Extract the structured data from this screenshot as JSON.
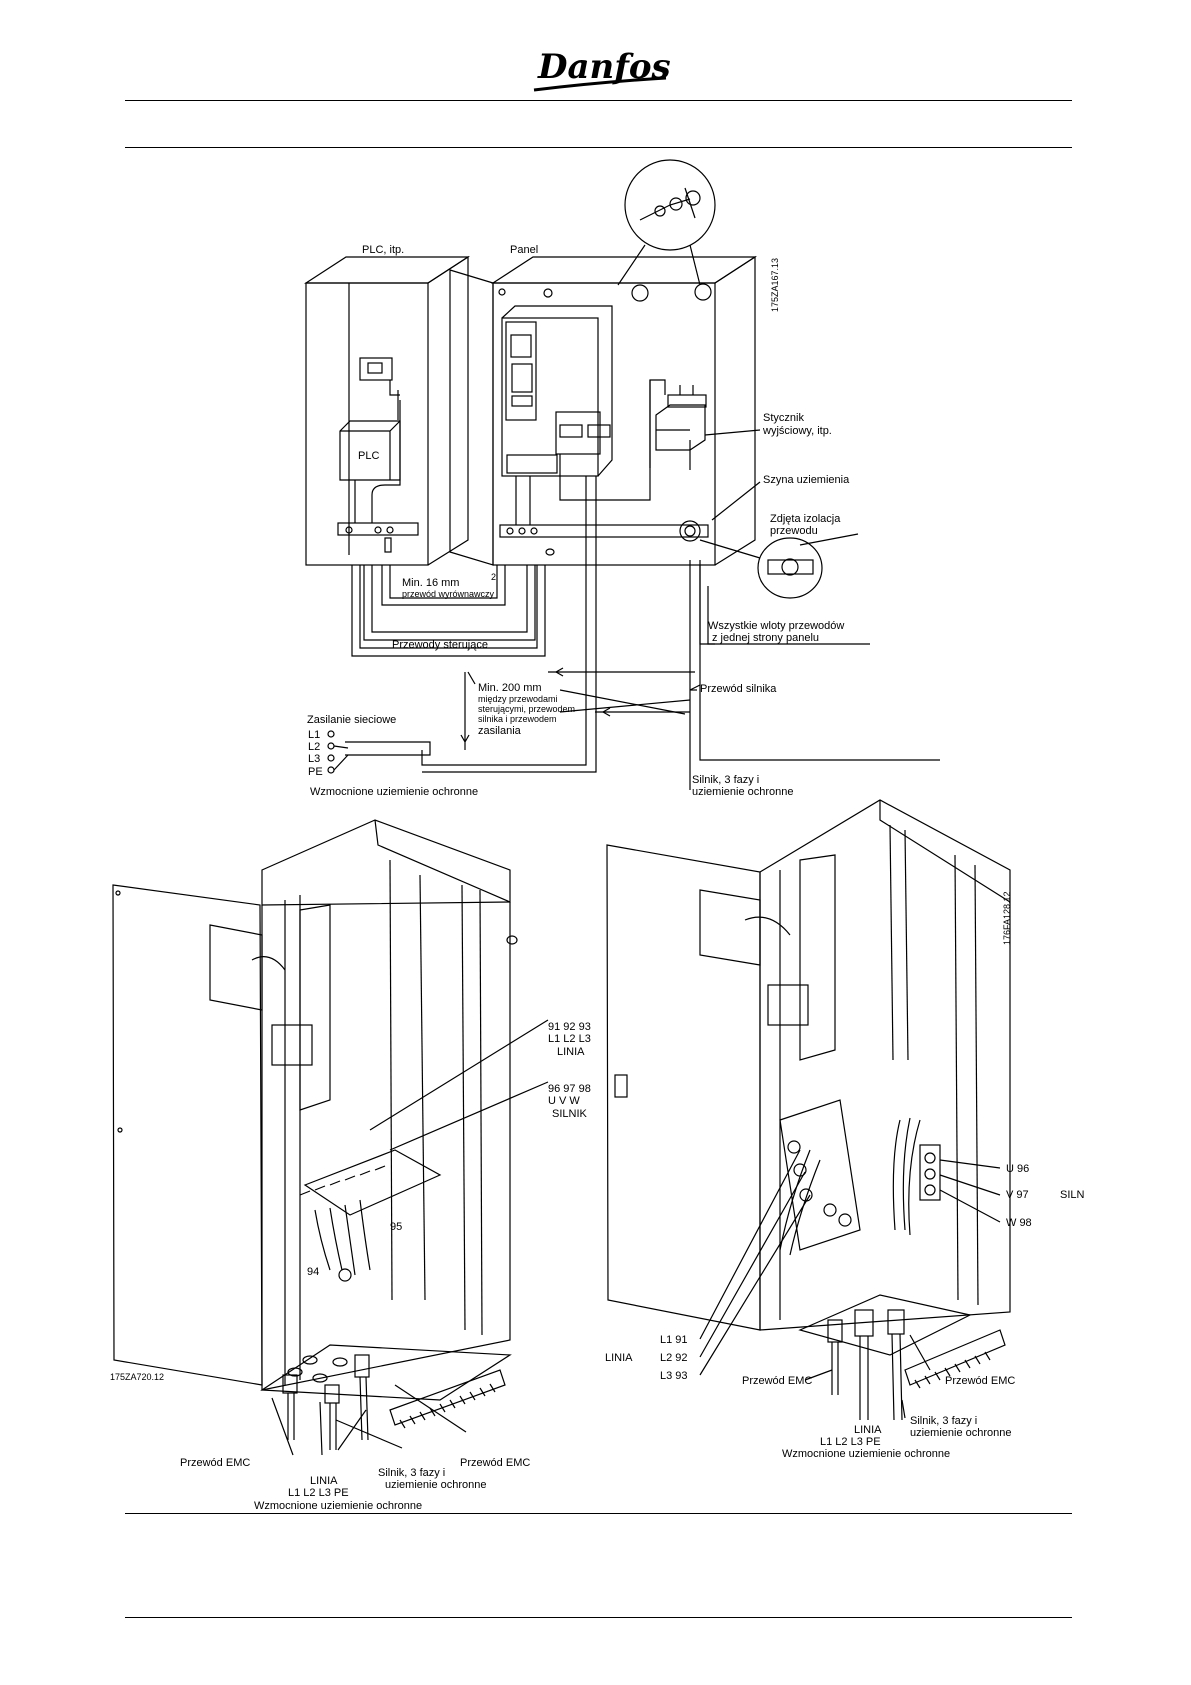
{
  "logo": "Danfoss",
  "top": {
    "plc_cabinet": "PLC, itp.",
    "panel": "Panel",
    "plc_box": "PLC",
    "ref_code": "175ZA167.13",
    "contactor": [
      "Stycznik",
      "wyjściowy, itp."
    ],
    "ground_bus": "Szyna uziemienia",
    "stripped": [
      "Zdjęta izolacja",
      "przewodu"
    ],
    "equalizing": [
      "Min. 16 mm",
      "2",
      "przewód wyrównawczy"
    ],
    "entries": [
      "Wszystkie wloty przewodów",
      "z jednej strony panelu"
    ],
    "control": "Przewody sterujące",
    "min200": [
      "Min. 200 mm",
      "między przewodami",
      "sterującymi, przewodem",
      "silnika i przewodem",
      "zasilania"
    ],
    "motor_cable": "Przewód silnika",
    "mains": [
      "Zasilanie sieciowe",
      "L1",
      "L2",
      "L3",
      "PE"
    ],
    "reinforced": "Wzmocnione uziemienie ochronne",
    "motor": [
      "Silnik, 3 fazy i",
      "uziemienie ochronne"
    ]
  },
  "left": {
    "ref_code": "175ZA720.12",
    "line": [
      "91 92 93",
      "L1  L2  L3",
      "LINIA"
    ],
    "motor": [
      "96  97  98",
      "U    V    W",
      "SILNIK"
    ],
    "t94": "94",
    "t95": "95",
    "emc_left": "Przewód EMC",
    "emc_right": "Przewód EMC",
    "bottom_line": [
      "LINIA",
      "L1  L2  L3  PE"
    ],
    "bottom_motor": [
      "Silnik, 3 fazy i",
      "uziemienie ochronne"
    ],
    "reinforced": "Wzmocnione uziemienie ochronne"
  },
  "right": {
    "ref_code": "176FA128.12",
    "motor_terms": [
      "U  96",
      "V  97",
      "W  98"
    ],
    "motor_word": "SILN",
    "line_terms": [
      "L1  91",
      "L2  92",
      "L3  93"
    ],
    "line_word": "LINIA",
    "emc_left": "Przewód EMC",
    "emc_right": "Przewód EMC",
    "bottom_line": [
      "LINIA",
      "L1  L2  L3  PE"
    ],
    "bottom_motor": [
      "Silnik, 3 fazy i",
      "uziemienie ochronne"
    ],
    "reinforced": "Wzmocnione uziemienie ochronne"
  }
}
